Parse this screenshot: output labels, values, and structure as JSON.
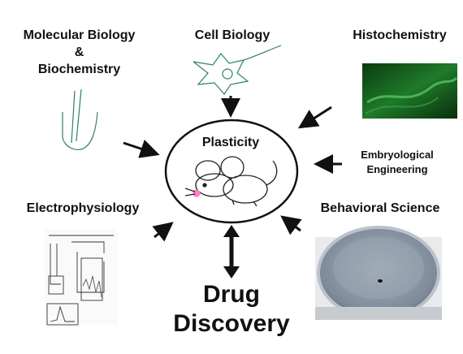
{
  "diagram": {
    "center_label": "Plasticity",
    "outcome_label_line1": "Drug",
    "outcome_label_line2": "Discovery",
    "disciplines": {
      "molecular_line1": "Molecular Biology",
      "molecular_line2": "&",
      "molecular_line3": "Biochemistry",
      "cell_biology": "Cell Biology",
      "histochemistry": "Histochemistry",
      "embryological_line1": "Embryological",
      "embryological_line2": "Engineering",
      "electrophysiology": "Electrophysiology",
      "behavioral_science": "Behavioral Science"
    },
    "icons": {
      "molecular": "pipette-tube-icon",
      "cell": "neuron-cell-icon",
      "histo": "brain-tissue-stain-image",
      "electro": "electrophysiology-recording-setup-image",
      "behavior": "water-maze-photo",
      "center": "mouse-icon"
    },
    "colors": {
      "ink": "#111111",
      "histo_green": "#1f7a2a",
      "maze_water": "#8c98a6",
      "mouse_nose": "#ff7fc8"
    }
  }
}
